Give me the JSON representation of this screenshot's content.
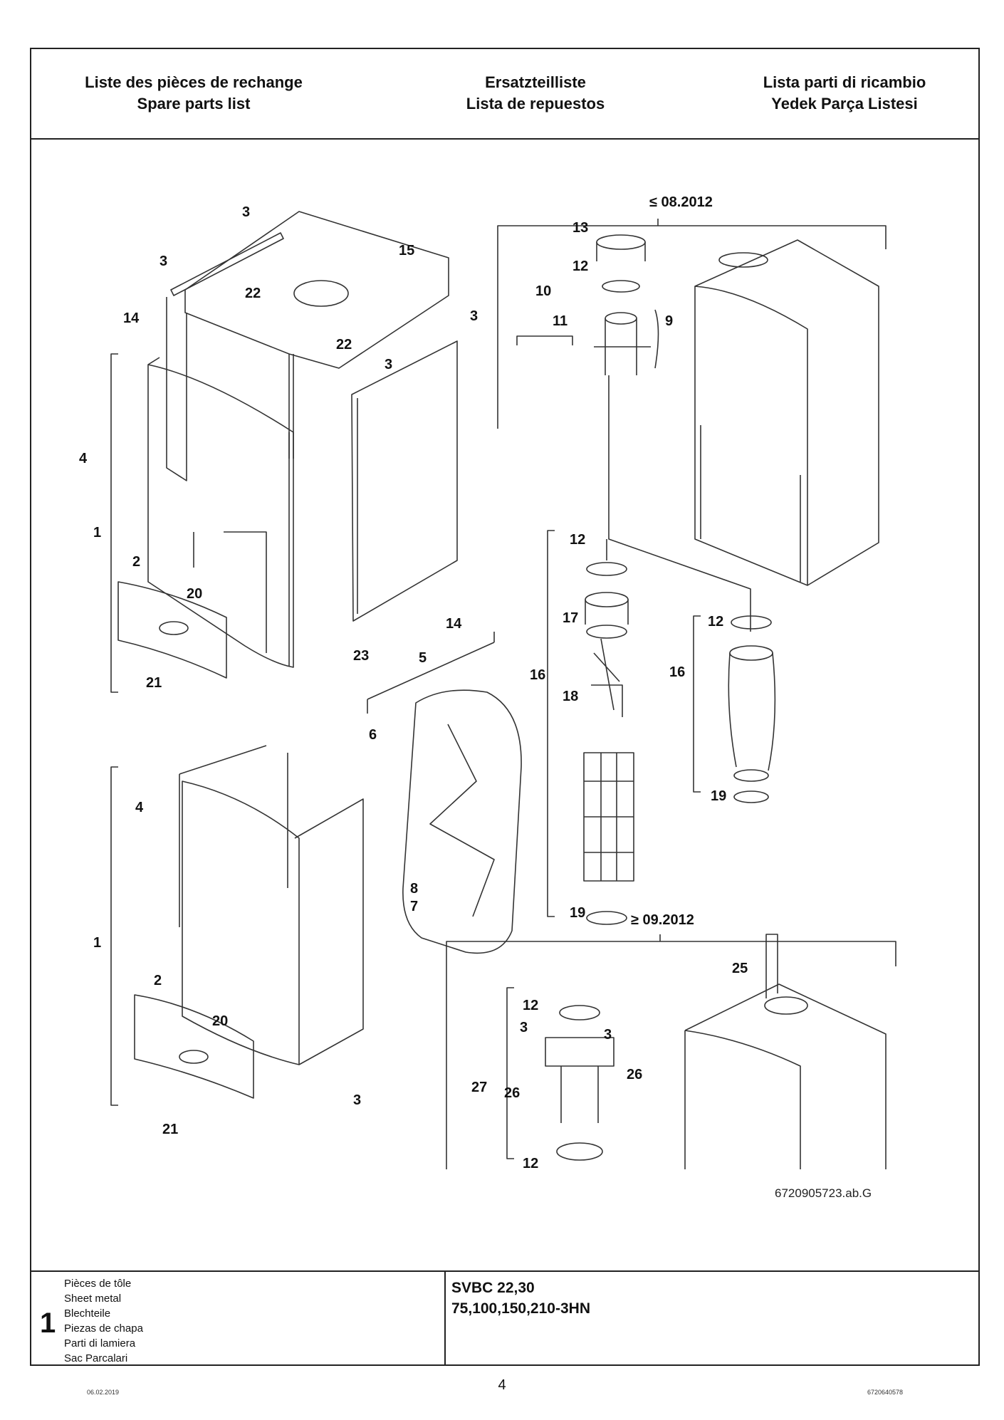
{
  "header": {
    "fr": "Liste des pièces de rechange",
    "en": "Spare parts list",
    "de": "Ersatzteilliste",
    "es": "Lista de repuestos",
    "it": "Lista parti di ricambio",
    "tr": "Yedek Parça Listesi"
  },
  "drawing": {
    "date_before": "≤ 08.2012",
    "date_after": "≥ 09.2012",
    "reference": "6720905723.ab.G",
    "callouts": {
      "p1": "1",
      "p2": "2",
      "p3": "3",
      "p4": "4",
      "p5": "5",
      "p6": "6",
      "p7": "7",
      "p8": "8",
      "p9": "9",
      "p10": "10",
      "p11": "11",
      "p12": "12",
      "p13": "13",
      "p14": "14",
      "p15": "15",
      "p16": "16",
      "p17": "17",
      "p18": "18",
      "p19": "19",
      "p20": "20",
      "p21": "21",
      "p22": "22",
      "p23": "23",
      "p25": "25",
      "p26": "26",
      "p27": "27"
    }
  },
  "footer": {
    "section_number": "1",
    "section_names": [
      "Pièces de tôle",
      "Sheet metal",
      "Blechteile",
      "Piezas de chapa",
      "Parti di lamiera",
      "Sac Parcalari"
    ],
    "model_line1": "SVBC 22,30",
    "model_line2": "75,100,150,210-3HN"
  },
  "page": {
    "number": "4",
    "date": "06.02.2019",
    "doc_id": "6720640578"
  }
}
